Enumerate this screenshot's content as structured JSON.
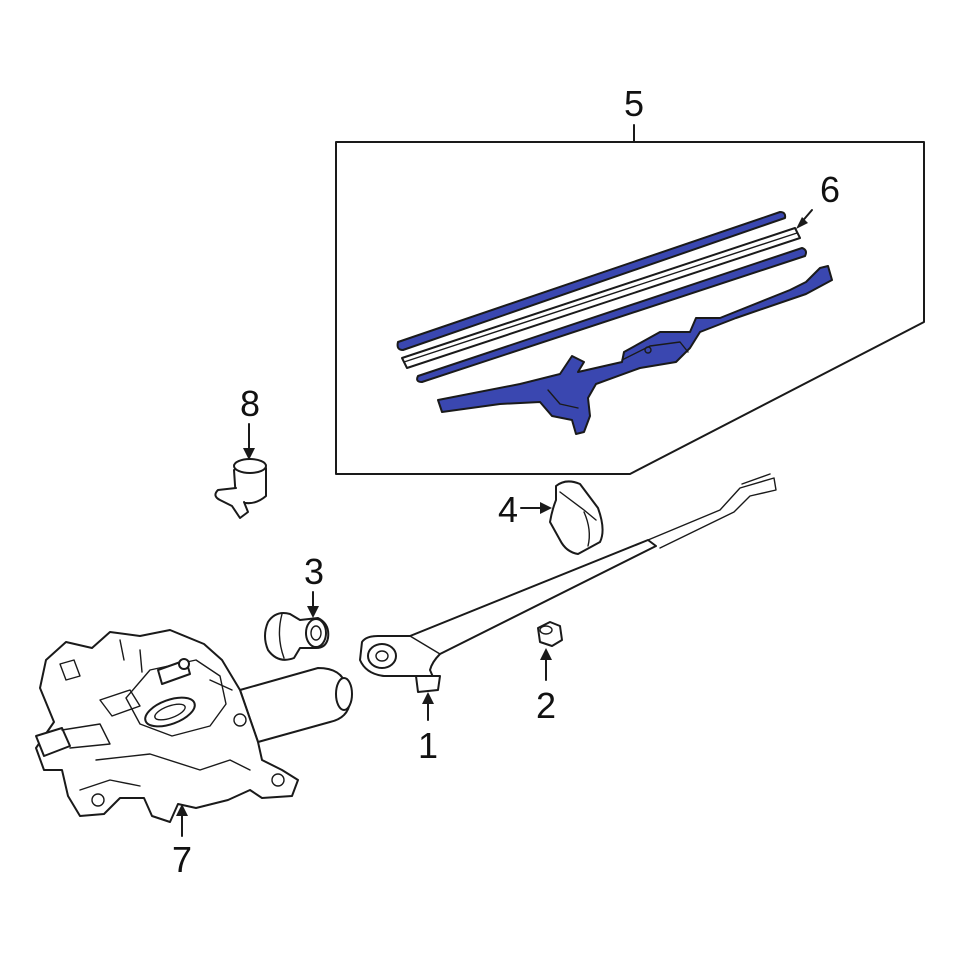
{
  "colors": {
    "highlight": "#3a47b0",
    "ink": "#1a1a1a",
    "background": "#ffffff"
  },
  "callouts": [
    {
      "id": "1",
      "label": "1"
    },
    {
      "id": "2",
      "label": "2"
    },
    {
      "id": "3",
      "label": "3"
    },
    {
      "id": "4",
      "label": "4"
    },
    {
      "id": "5",
      "label": "5"
    },
    {
      "id": "6",
      "label": "6"
    },
    {
      "id": "7",
      "label": "7"
    },
    {
      "id": "8",
      "label": "8"
    }
  ]
}
